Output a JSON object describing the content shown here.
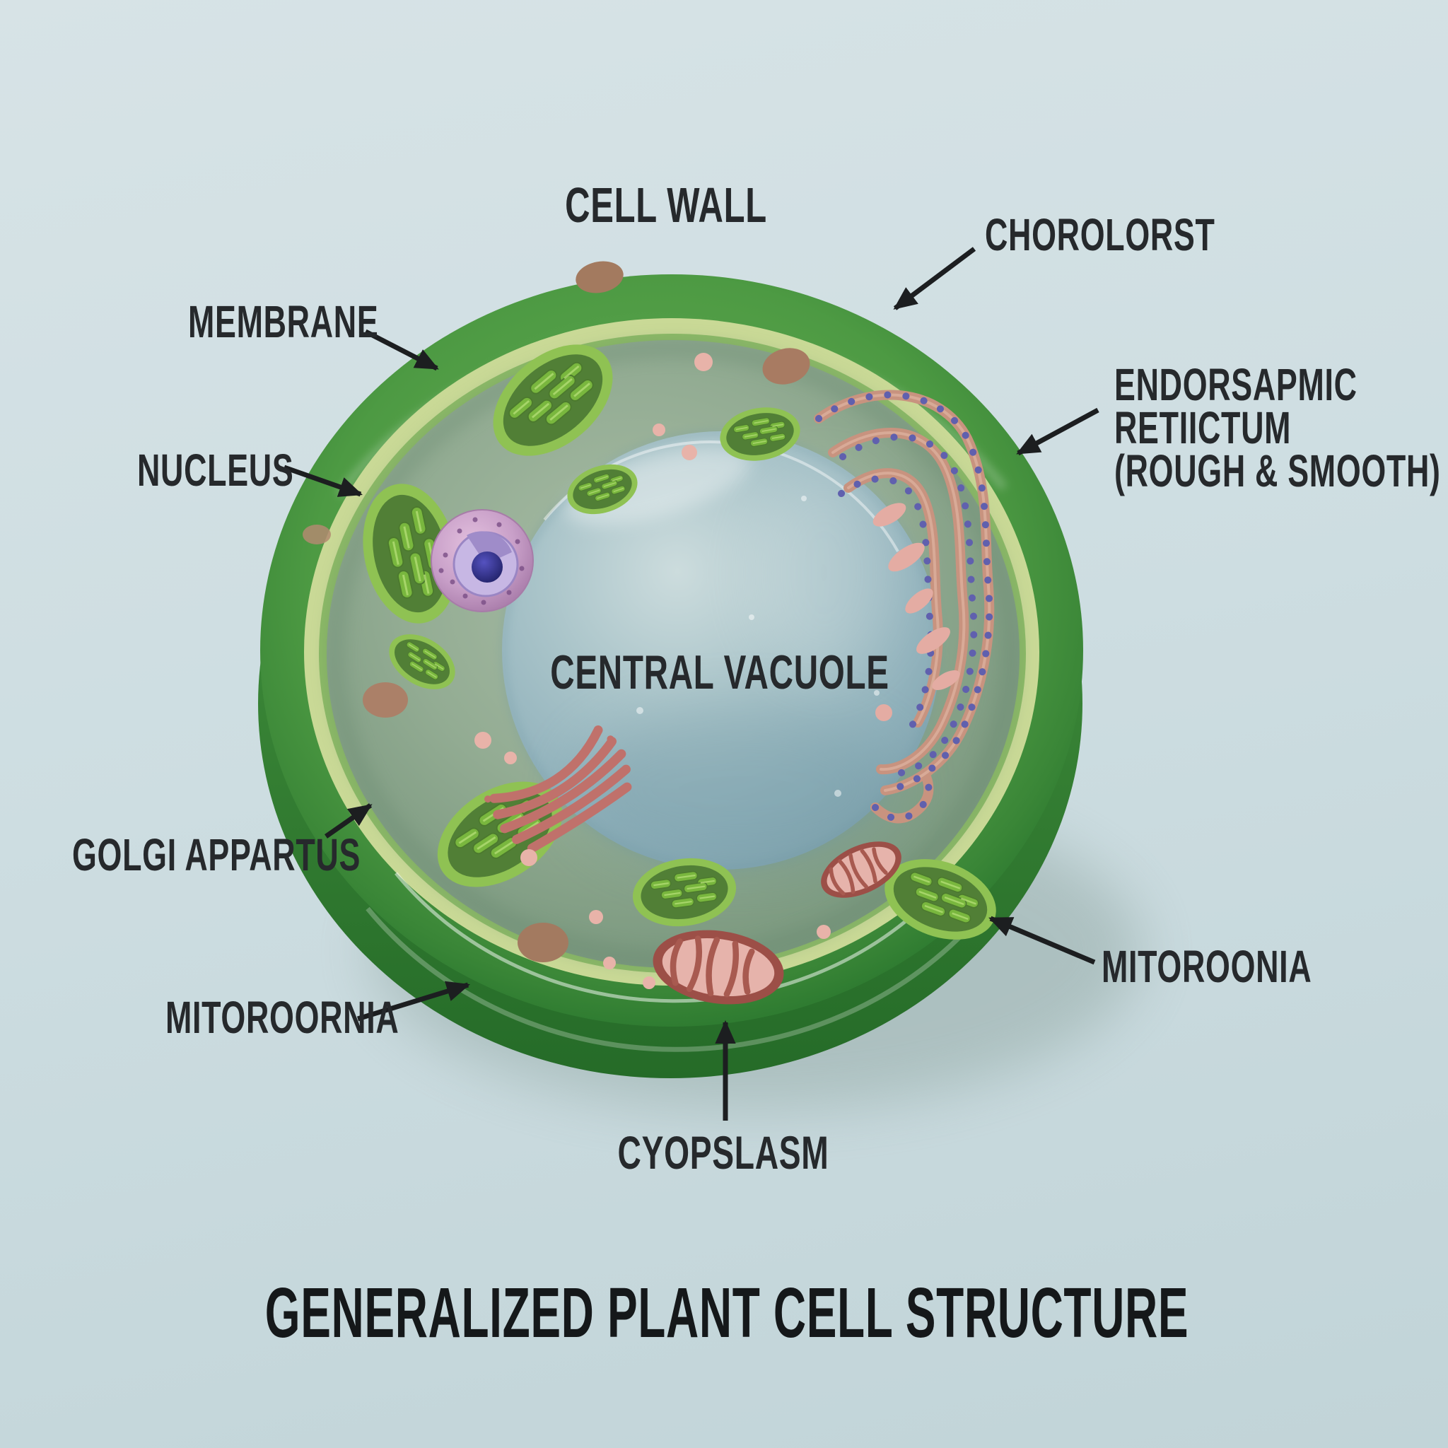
{
  "title": "GENERALIZED PLANT CELL STRUCTURE",
  "labels": {
    "cell_wall": "CELL WALL",
    "chloroplast": "CHOROLORST",
    "membrane": "MEMBRANE",
    "nucleus": "NUCLEUS",
    "er_line1": "ENDORSAPMIC",
    "er_line2": "RETIICTUM",
    "er_line3": "(ROUGH & SMOOTH)",
    "central_vacuole": "CENTRAL VACUOLE",
    "golgi": "GOLGI APPARTUS",
    "mitochondria_left": "MITOROORNIA",
    "mitochondria_right": "MITOROONIA",
    "cytoplasm": "CYOPSLASM"
  },
  "colors": {
    "background": "#cddde1",
    "cell_wall_green": "#46953e",
    "membrane_light_green": "#c9d996",
    "cytoplasm_green": "#8faa90",
    "vacuole_blue": "#9dbcc4",
    "chloroplast_green": "#79b73e",
    "nucleus_pink": "#c89fc8",
    "nucleolus_blue": "#2f2f8e",
    "er_tan": "#c8937f",
    "ribosome_purple": "#6060ae",
    "golgi_red": "#c0716b",
    "mitochondria_pink": "#e6b3ab",
    "label_text": "#26292c",
    "arrow_black": "#1c1e20"
  }
}
